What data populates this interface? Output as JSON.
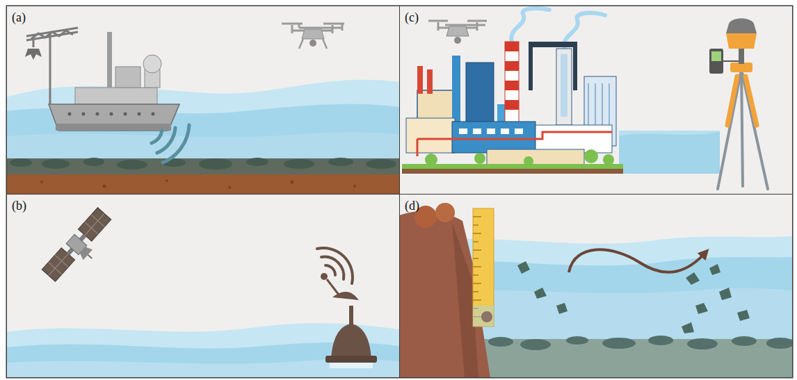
{
  "diagram": {
    "nodes": [
      {
        "text": [
          "(a)"
        ]
      },
      {
        "text": [
          "(c)"
        ]
      },
      {
        "text": [
          "(b)"
        ]
      },
      {
        "text": [
          "(d)"
        ]
      }
    ]
  }
}
